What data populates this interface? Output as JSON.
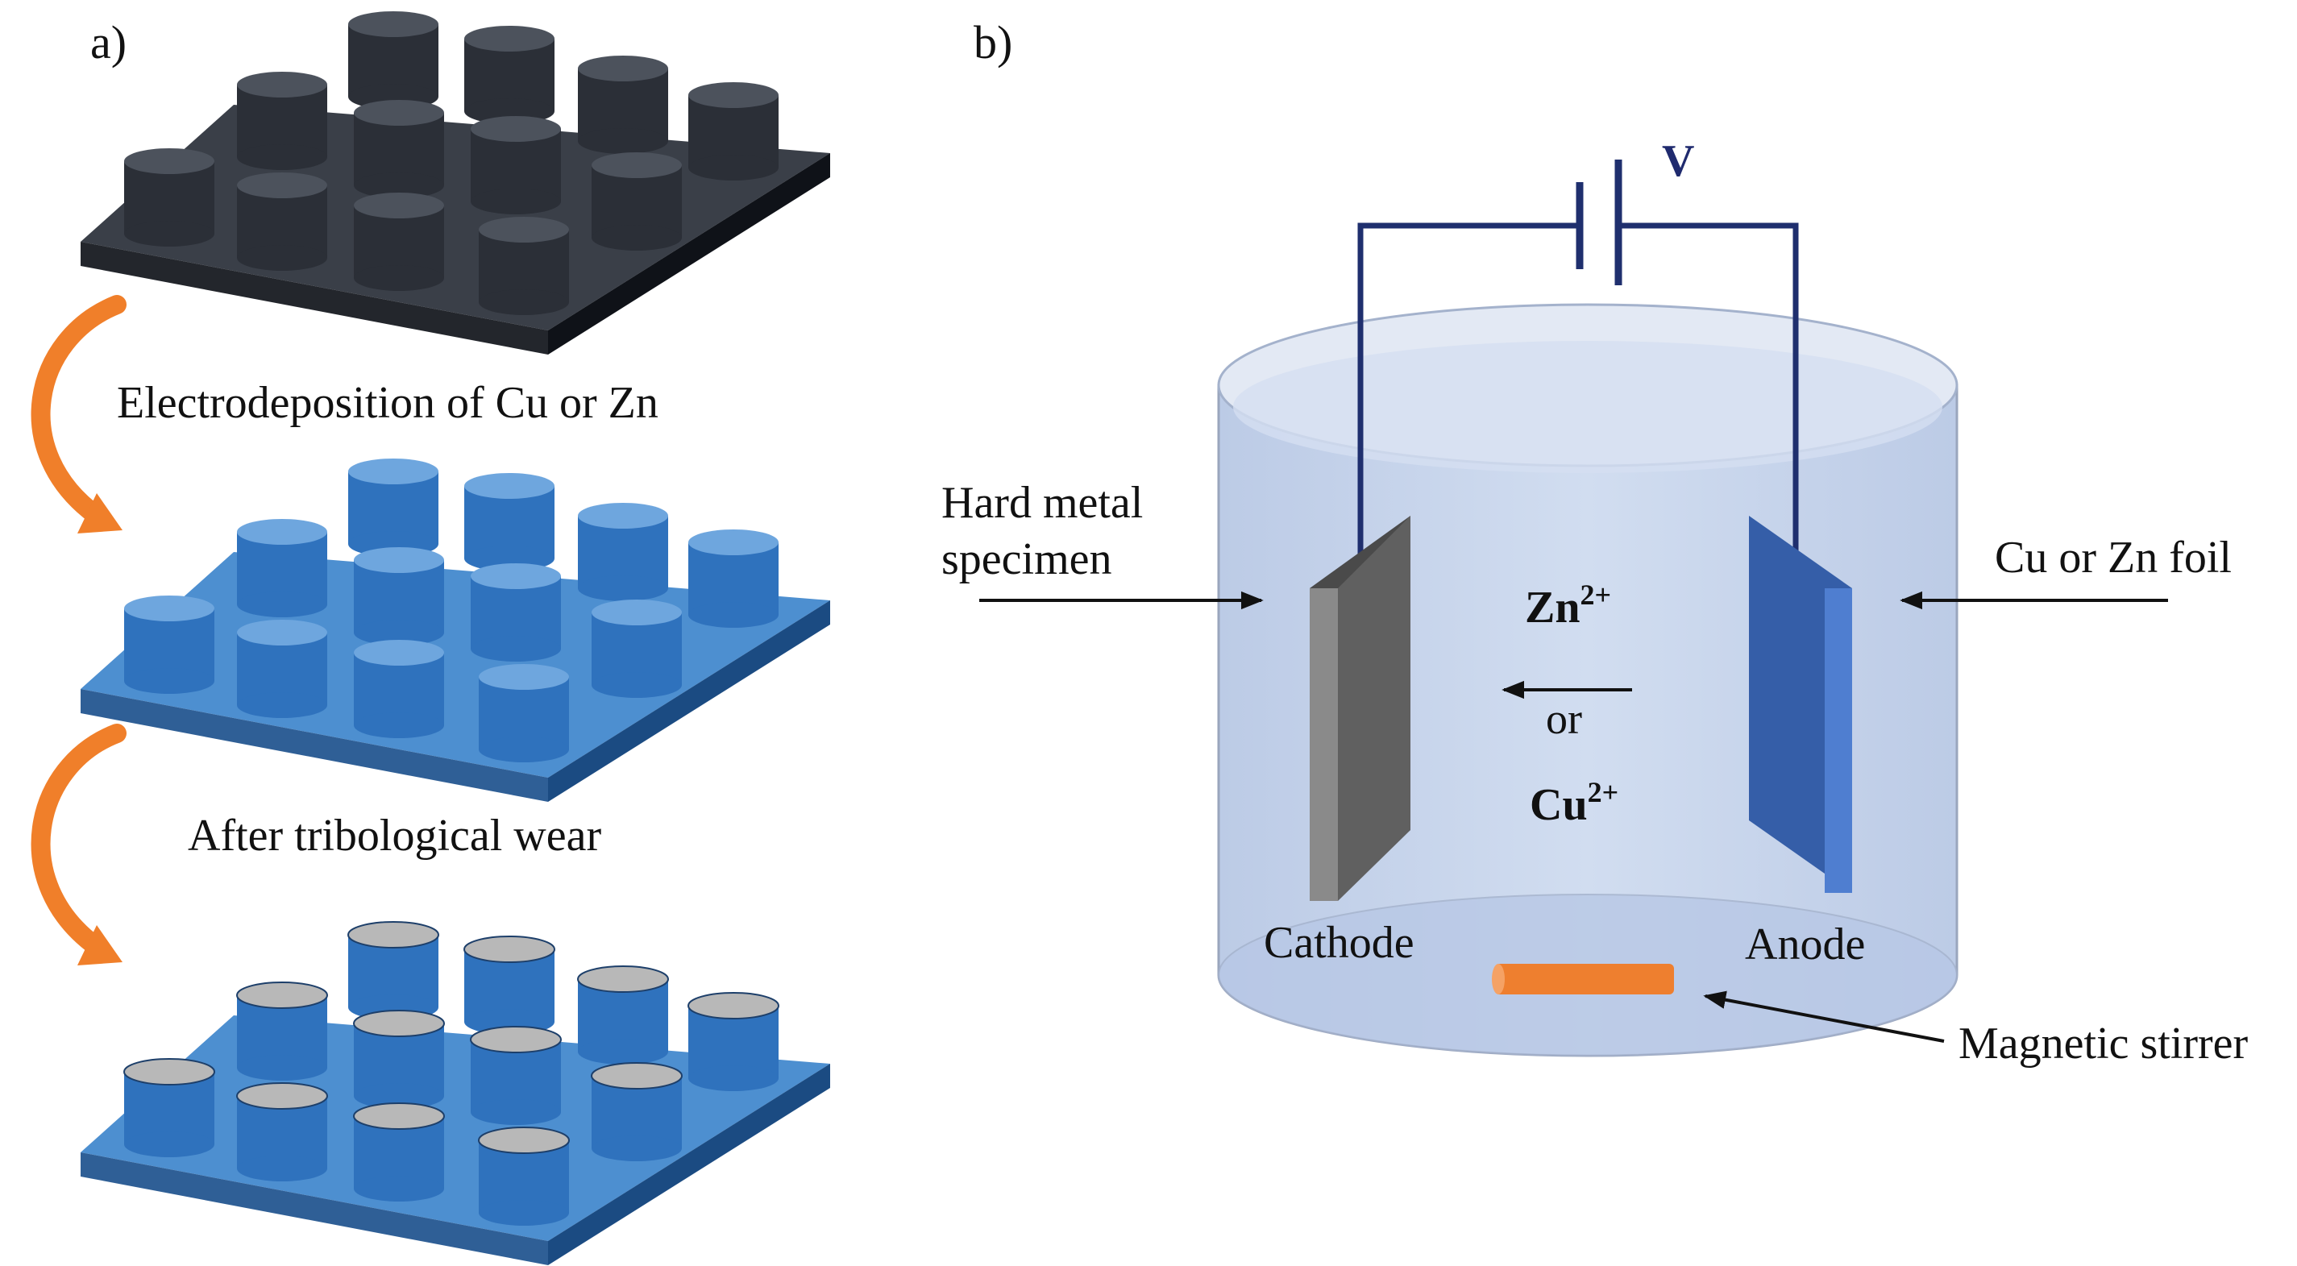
{
  "panel_a": {
    "label": "a)",
    "step1_caption": "Electrodeposition of Cu or Zn",
    "step2_caption": "After tribological wear",
    "stages": [
      "uncoated",
      "coated",
      "worn"
    ],
    "colors": {
      "uncoated_base": "#3a3f48",
      "coated_base": "#4d8fd0",
      "pillar_dark": "#2b2f37",
      "pillar_blue": "#2f72bd",
      "worn_top": "#b8b8b8",
      "arrow": "#f07f2a"
    }
  },
  "panel_b": {
    "label": "b)",
    "voltage": "V",
    "ion_zn": "Zn",
    "ion_zn_sup": "2+",
    "ion_or": "or",
    "ion_cu": "Cu",
    "ion_cu_sup": "2+",
    "cathode_label": "Cathode",
    "anode_label": "Anode",
    "specimen_label_line1": "Hard metal",
    "specimen_label_line2": "specimen",
    "foil_label": "Cu or Zn foil",
    "stirrer_label": "Magnetic stirrer",
    "colors": {
      "wire": "#1f2f6e",
      "electrolyte": "#c9d7ee",
      "cathode": "#5f5f5f",
      "anode": "#355ea8",
      "stirrer": "#ee7f2f"
    }
  }
}
